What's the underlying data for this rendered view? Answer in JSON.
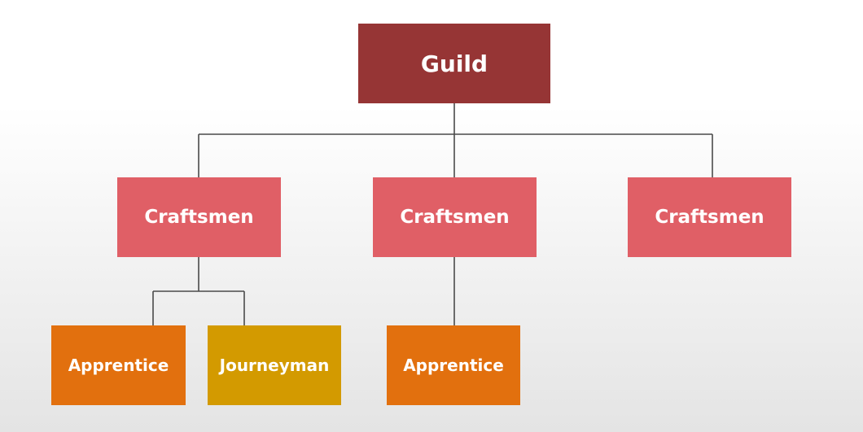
{
  "colors": {
    "root": "#963535",
    "middle": "#e05f66",
    "apprentice": "#e2700e",
    "journeyman": "#d39a00",
    "connector": "#4a4a4a"
  },
  "diagram": {
    "root": {
      "label": "Guild"
    },
    "level2": [
      {
        "label": "Craftsmen"
      },
      {
        "label": "Craftsmen"
      },
      {
        "label": "Craftsmen"
      }
    ],
    "level3": [
      {
        "label": "Apprentice",
        "parent": "Craftsmen 1"
      },
      {
        "label": "Journeyman",
        "parent": "Craftsmen 1"
      },
      {
        "label": "Apprentice",
        "parent": "Craftsmen 2"
      }
    ]
  }
}
